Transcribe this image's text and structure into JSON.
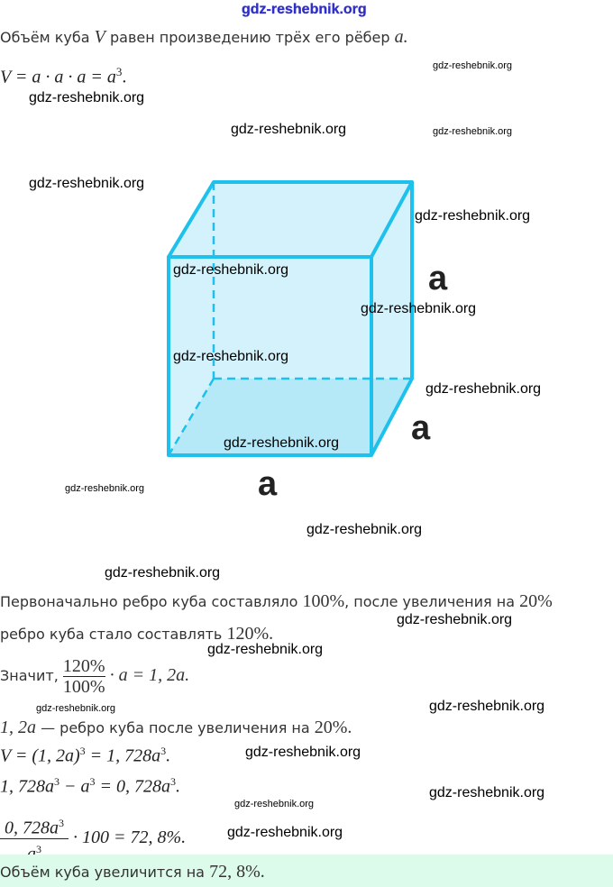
{
  "watermark": "gdz-reshebnik.org",
  "line1": {
    "text_a": "Объём куба",
    "V": "V",
    "text_b": "равен произведению трёх его рёбер",
    "a": "a."
  },
  "formula1": "V = a · a · a = a",
  "exp3": "3",
  "dot": ".",
  "cube": {
    "label_height": "a",
    "label_depth": "a",
    "label_width": "a",
    "edge_color": "#1ec0ec",
    "fill_color": "#cdf0fb"
  },
  "p1": {
    "text_a": "Первоначально ребро куба составляло",
    "v1": "100%",
    "text_b": ", после увеличения на",
    "v2": "20%"
  },
  "p2": {
    "text": "ребро куба стало составлять",
    "v": "120%."
  },
  "p3": {
    "text": "Значит,",
    "num": "120%",
    "den": "100%",
    "rest": "· a = 1, 2a."
  },
  "p4": {
    "m": "1, 2a",
    "text": "— ребро куба после увеличения на",
    "v": "20%."
  },
  "p5": {
    "a": "V = (1, 2a)",
    "b": " = 1, 728a",
    "c": "."
  },
  "p6": {
    "a": "1, 728a",
    "b": " − a",
    "c": " = 0, 728a",
    "d": "."
  },
  "p7": {
    "num": "0, 728a",
    "den": "a",
    "rest": "· 100 = 72, 8%."
  },
  "answer": {
    "text": "Объём куба увеличится на",
    "v": "72, 8%."
  }
}
